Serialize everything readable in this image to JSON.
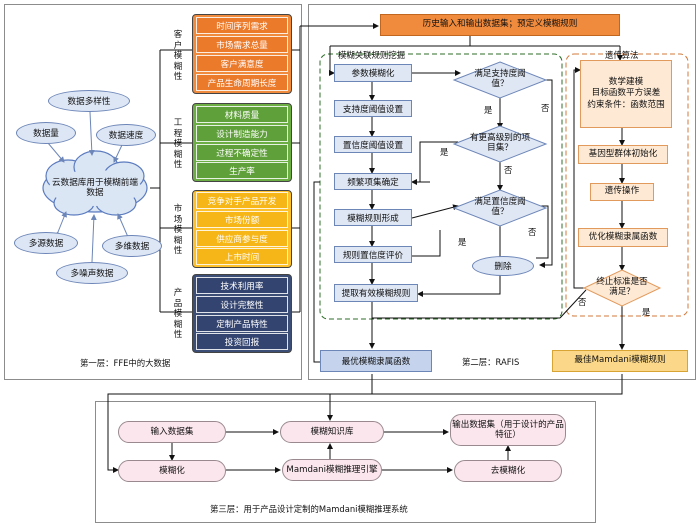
{
  "layer1": {
    "caption": "第一层：FFE中的大数据",
    "cloud_label": "云数据库用于模糊前端数据",
    "bubbles": [
      "数据多样性",
      "数据量",
      "数据速度",
      "多源数据",
      "多维数据",
      "多噪声数据"
    ],
    "groups": [
      {
        "label": "客户模糊性",
        "items": [
          "时间序列需求",
          "市场需求总量",
          "客户满意度",
          "产品生命周期长度"
        ]
      },
      {
        "label": "工程模糊性",
        "items": [
          "材料质量",
          "设计制造能力",
          "过程不确定性",
          "生产率"
        ]
      },
      {
        "label": "市场模糊性",
        "items": [
          "竞争对手产品开发",
          "市场份额",
          "供应商参与度",
          "上市时间"
        ]
      },
      {
        "label": "产品模糊性",
        "items": [
          "技术利用率",
          "设计完整性",
          "定制产品特性",
          "投资回报"
        ]
      }
    ]
  },
  "layer2": {
    "caption": "第二层：RAFIS",
    "top_banner": "历史输入和输出数据集；预定义模糊规则",
    "mining_title": "模糊关联规则挖掘",
    "mining_steps": [
      "参数模糊化",
      "支持度阈值设置",
      "置信度阈值设置",
      "频繁项集确定",
      "模糊规则形成",
      "规则置信度评价",
      "提取有效模糊规则"
    ],
    "decisions": [
      "满足支持度阈值？",
      "有更高级别的项目集？",
      "满足置信度阈值？"
    ],
    "delete_label": "删除",
    "yes": "是",
    "no": "否",
    "ga_title": "遗传算法",
    "ga_model": "数学建模\n目标函数平方误差\n约束条件：函数范围",
    "ga_steps": [
      "基因型群体初始化",
      "遗传操作",
      "优化模糊隶属函数"
    ],
    "ga_decision": "终止标准是否满足？",
    "out_left": "最优模糊隶属函数",
    "out_right": "最佳Mamdani模糊规则"
  },
  "layer3": {
    "caption": "第三层：用于产品设计定制的Mamdani模糊推理系统",
    "boxes": [
      "输入数据集",
      "模糊知识库",
      "输出数据集（用于设计的产品特征）",
      "模糊化",
      "Mamdani模糊推理引擎",
      "去模糊化"
    ]
  }
}
